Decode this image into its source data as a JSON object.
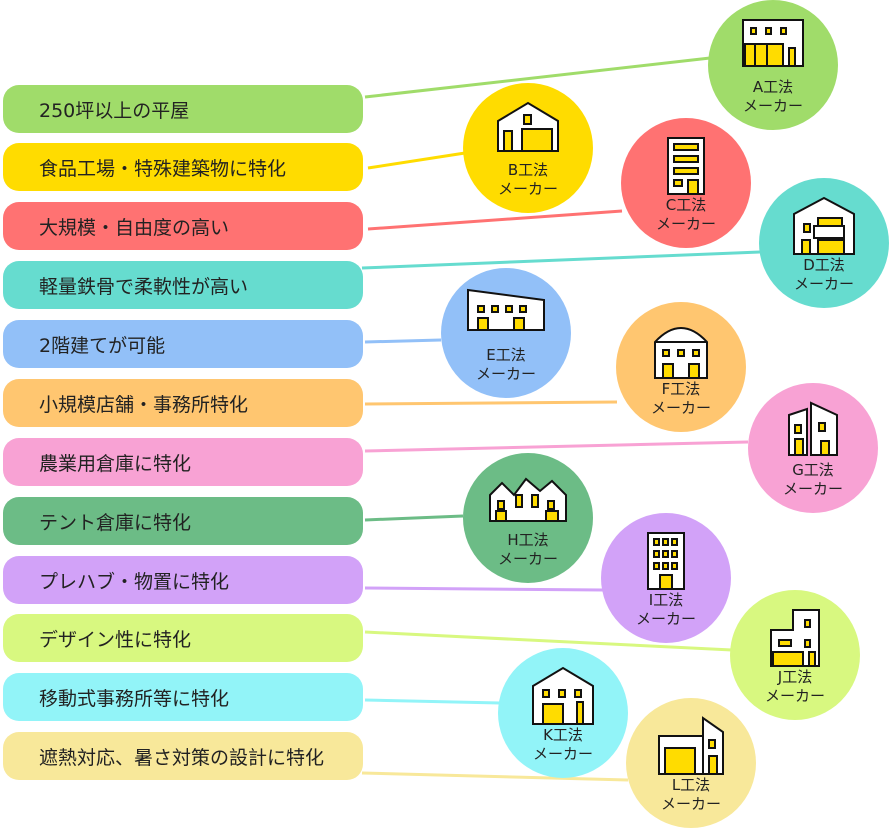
{
  "items": [
    {
      "feature": "250坪以上の平屋",
      "maker": "A工法",
      "maker_sub": "メーカー",
      "color": "#a0dc6a",
      "icon": "factory-building-icon"
    },
    {
      "feature": "食品工場・特殊建築物に特化",
      "maker": "B工法",
      "maker_sub": "メーカー",
      "color": "#ffdc00",
      "icon": "warehouse-house-icon"
    },
    {
      "feature": "大規模・自由度の高い",
      "maker": "C工法",
      "maker_sub": "メーカー",
      "color": "#ff7272",
      "icon": "tall-building-icon"
    },
    {
      "feature": "軽量鉄骨で柔軟性が高い",
      "maker": "D工法",
      "maker_sub": "メーカー",
      "color": "#66dccf",
      "icon": "house-icon"
    },
    {
      "feature": "2階建てが可能",
      "maker": "E工法",
      "maker_sub": "メーカー",
      "color": "#92c0f8",
      "icon": "slanted-roof-building-icon"
    },
    {
      "feature": "小規模店舗・事務所特化",
      "maker": "F工法",
      "maker_sub": "メーカー",
      "color": "#ffc670",
      "icon": "dome-building-icon"
    },
    {
      "feature": "農業用倉庫に特化",
      "maker": "G工法",
      "maker_sub": "メーカー",
      "color": "#f8a2d4",
      "icon": "twin-building-icon"
    },
    {
      "feature": "テント倉庫に特化",
      "maker": "H工法",
      "maker_sub": "メーカー",
      "color": "#6cbc86",
      "icon": "multi-gable-building-icon"
    },
    {
      "feature": "プレハブ・物置に特化",
      "maker": "I工法",
      "maker_sub": "メーカー",
      "color": "#d2a2f8",
      "icon": "office-building-icon"
    },
    {
      "feature": "デザイン性に特化",
      "maker": "J工法",
      "maker_sub": "メーカー",
      "color": "#d8f880",
      "icon": "stepped-building-icon"
    },
    {
      "feature": "移動式事務所等に特化",
      "maker": "K工法",
      "maker_sub": "メーカー",
      "color": "#92f4f8",
      "icon": "gable-house-icon"
    },
    {
      "feature": "遮熱対応、暑さ対策の設計に特化",
      "maker": "L工法",
      "maker_sub": "メーカー",
      "color": "#f8e89a",
      "icon": "garage-building-icon"
    }
  ]
}
